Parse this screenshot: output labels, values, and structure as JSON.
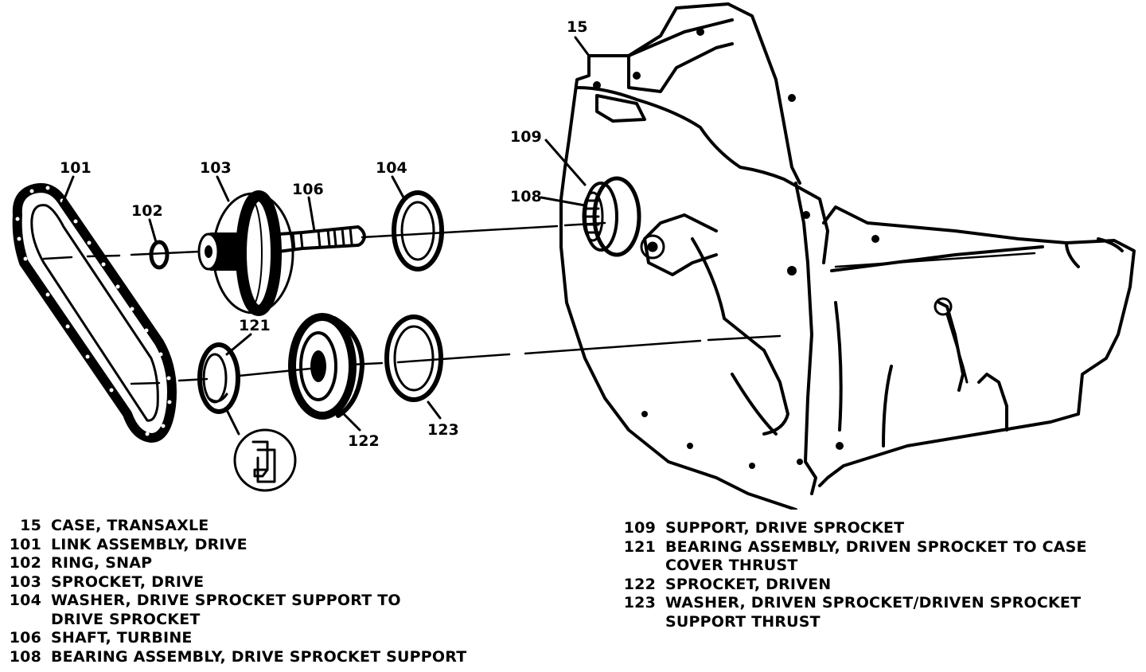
{
  "figure": {
    "title": "Transaxle drive link assembly exploded view",
    "callouts": [
      {
        "id": "15",
        "label": "15"
      },
      {
        "id": "101",
        "label": "101"
      },
      {
        "id": "102",
        "label": "102"
      },
      {
        "id": "103",
        "label": "103"
      },
      {
        "id": "104",
        "label": "104"
      },
      {
        "id": "106",
        "label": "106"
      },
      {
        "id": "108",
        "label": "108"
      },
      {
        "id": "109",
        "label": "109"
      },
      {
        "id": "121",
        "label": "121"
      },
      {
        "id": "122",
        "label": "122"
      },
      {
        "id": "123",
        "label": "123"
      }
    ],
    "detail_icon": "retaining-clip-detail-icon"
  },
  "legend": {
    "left": [
      {
        "num": "15",
        "lines": [
          "CASE, TRANSAXLE"
        ]
      },
      {
        "num": "101",
        "lines": [
          "LINK ASSEMBLY, DRIVE"
        ]
      },
      {
        "num": "102",
        "lines": [
          "RING, SNAP"
        ]
      },
      {
        "num": "103",
        "lines": [
          "SPROCKET, DRIVE"
        ]
      },
      {
        "num": "104",
        "lines": [
          "WASHER, DRIVE SPROCKET SUPPORT TO",
          "DRIVE SPROCKET"
        ]
      },
      {
        "num": "106",
        "lines": [
          "SHAFT, TURBINE"
        ]
      },
      {
        "num": "108",
        "lines": [
          "BEARING ASSEMBLY, DRIVE SPROCKET SUPPORT"
        ]
      }
    ],
    "right": [
      {
        "num": "109",
        "lines": [
          "SUPPORT, DRIVE SPROCKET"
        ]
      },
      {
        "num": "121",
        "lines": [
          "BEARING ASSEMBLY, DRIVEN SPROCKET TO CASE",
          "COVER THRUST"
        ]
      },
      {
        "num": "122",
        "lines": [
          "SPROCKET, DRIVEN"
        ]
      },
      {
        "num": "123",
        "lines": [
          "WASHER, DRIVEN SPROCKET/DRIVEN SPROCKET",
          "SUPPORT THRUST"
        ]
      }
    ]
  }
}
